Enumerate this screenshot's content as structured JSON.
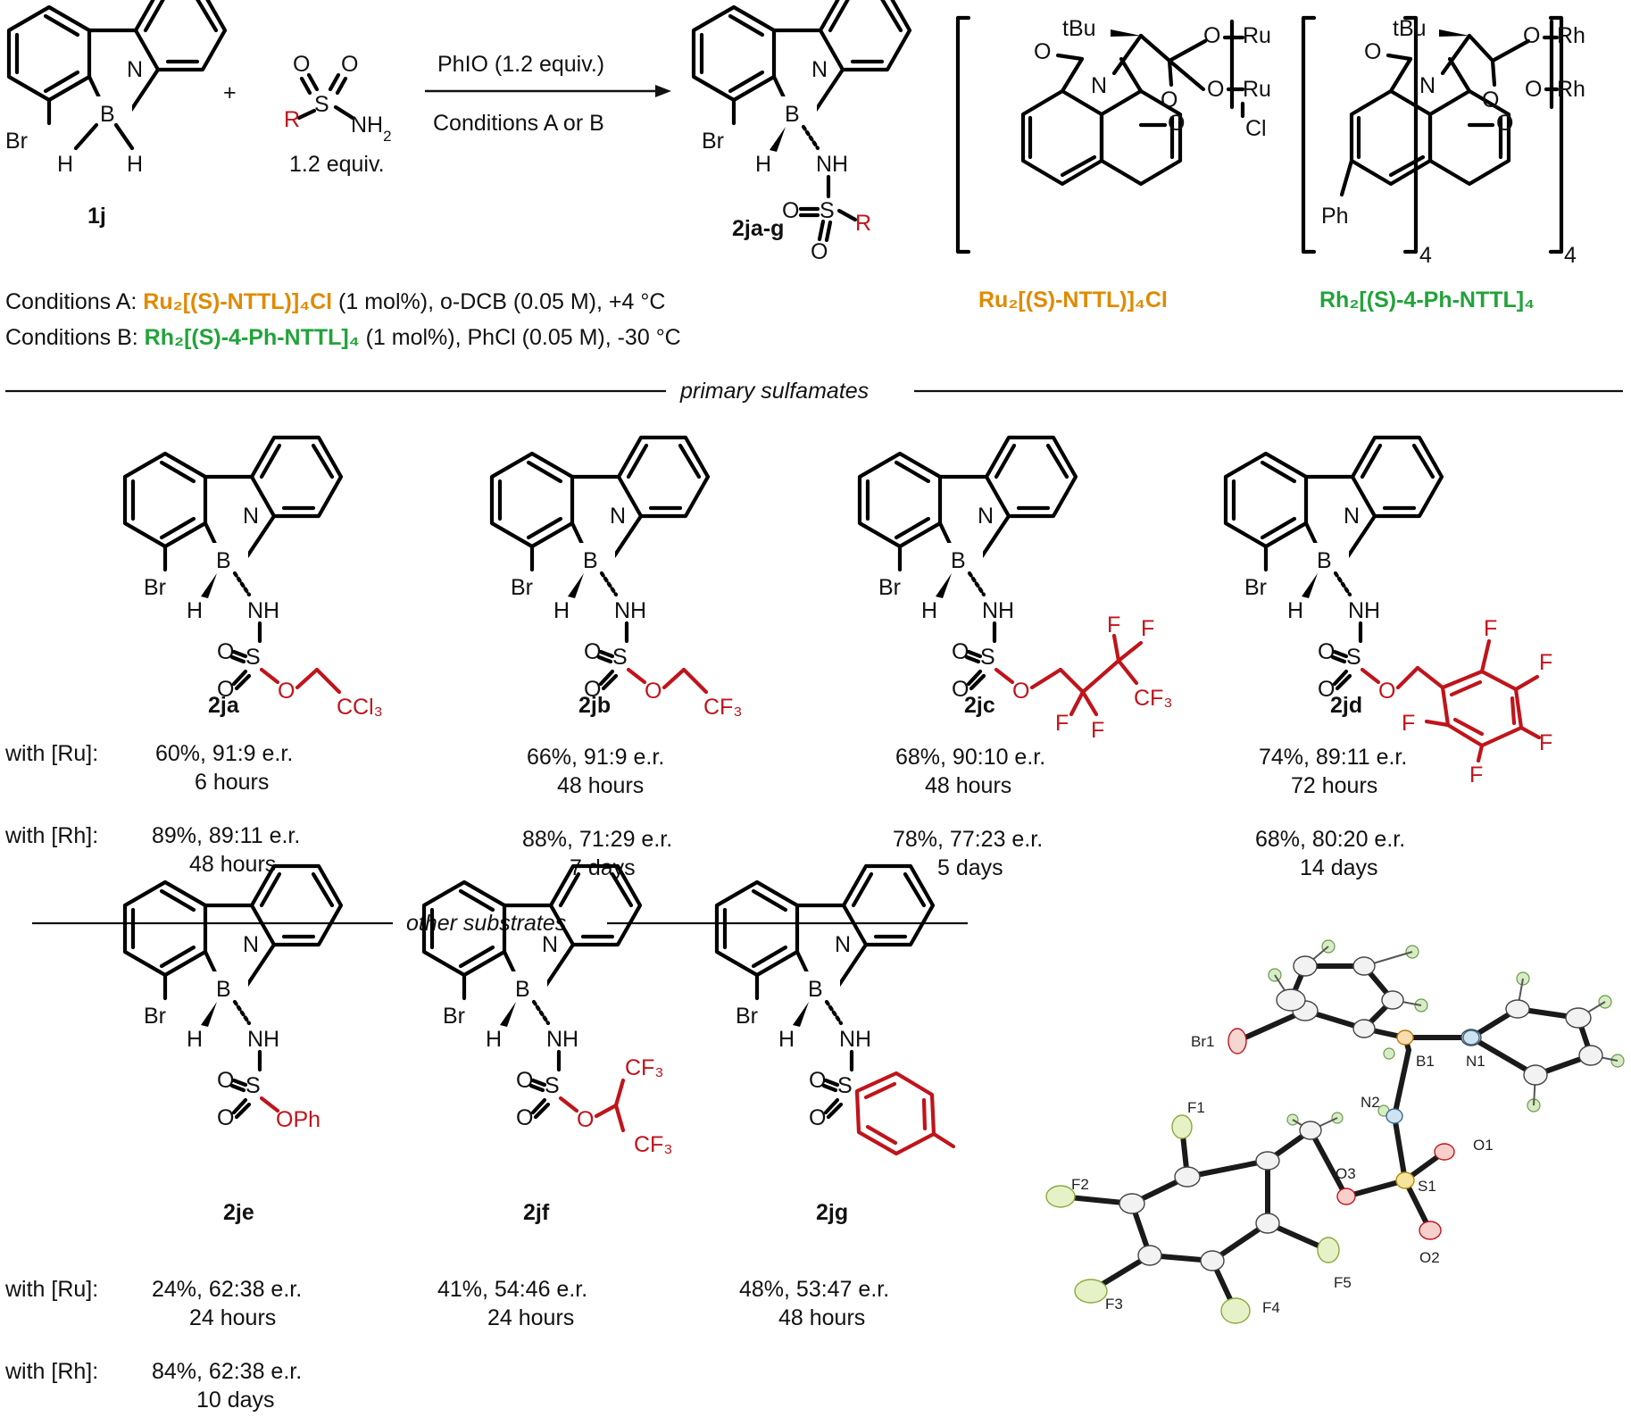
{
  "reaction": {
    "substrate_label": "1j",
    "plus": "+",
    "reagent_r": "R",
    "reagent_s": "S",
    "reagent_o": "O",
    "reagent_nh2": "NH",
    "reagent_nh2_sub": "2",
    "reagent_equiv": "1.2 equiv.",
    "arrow_top": "PhIO (1.2 equiv.)",
    "arrow_bottom": "Conditions A or B",
    "product_label": "2ja-g"
  },
  "atoms": {
    "br": "Br",
    "b": "B",
    "n": "N",
    "h": "H",
    "nh": "NH",
    "s": "S",
    "o": "O",
    "r": "R"
  },
  "conditions": {
    "a_prefix": "Conditions A: ",
    "a_catalyst": "Ru₂[(S)-NTTL)]₄Cl",
    "a_suffix": " (1 mol%), o-DCB (0.05 M), +4 °C",
    "b_prefix": "Conditions B: ",
    "b_catalyst": "Rh₂[(S)-4-Ph-NTTL]₄",
    "b_suffix": " (1 mol%), PhCl (0.05 M), -30 °C"
  },
  "catalysts": {
    "ru_name": "Ru₂[(S)-NTTL)]₄Cl",
    "rh_name": "Rh₂[(S)-4-Ph-NTTL]₄",
    "tbu": "tBu",
    "ru": "Ru",
    "rh": "Rh",
    "cl": "Cl",
    "ph": "Ph",
    "n": "N",
    "o": "O",
    "subscript": "4"
  },
  "sections": {
    "primary": "primary sulfamates",
    "other": "other substrates"
  },
  "row_labels": {
    "with_ru": "with [Ru]:",
    "with_rh": "with [Rh]:"
  },
  "compounds": [
    {
      "id": "2ja",
      "substituent": "CCl₃",
      "ru_yield_er": "60%, 91:9 e.r.",
      "ru_time": "6 hours",
      "rh_yield_er": "89%, 89:11 e.r.",
      "rh_time": "48 hours"
    },
    {
      "id": "2jb",
      "substituent": "CF₃",
      "ru_yield_er": "66%, 91:9 e.r.",
      "ru_time": "48 hours",
      "rh_yield_er": "88%, 71:29 e.r.",
      "rh_time": "7 days"
    },
    {
      "id": "2jc",
      "substituent": "CF₃",
      "ru_yield_er": "68%, 90:10 e.r.",
      "ru_time": "48 hours",
      "rh_yield_er": "78%, 77:23 e.r.",
      "rh_time": "5 days"
    },
    {
      "id": "2jd",
      "substituent": "F",
      "ru_yield_er": "74%, 89:11 e.r.",
      "ru_time": "72 hours",
      "rh_yield_er": "68%, 80:20 e.r.",
      "rh_time": "14 days"
    },
    {
      "id": "2je",
      "substituent": "OPh",
      "ru_yield_er": "24%, 62:38 e.r.",
      "ru_time": "24 hours",
      "rh_yield_er": "84%, 62:38 e.r.",
      "rh_time": "10 days"
    },
    {
      "id": "2jf",
      "substituent": "CF₃",
      "ru_yield_er": "41%, 54:46 e.r.",
      "ru_time": "24 hours"
    },
    {
      "id": "2jg",
      "substituent": "",
      "ru_yield_er": "48%, 53:47 e.r.",
      "ru_time": "48 hours"
    }
  ],
  "xray_labels": {
    "br1": "Br1",
    "b1": "B1",
    "n1": "N1",
    "n2": "N2",
    "o1": "O1",
    "o2": "O2",
    "o3": "O3",
    "s1": "S1",
    "f1": "F1",
    "f2": "F2",
    "f3": "F3",
    "f4": "F4",
    "f5": "F5"
  },
  "colors": {
    "ru_orange": "#e08a00",
    "rh_green": "#22a33a",
    "substituent_red": "#c0141b"
  }
}
